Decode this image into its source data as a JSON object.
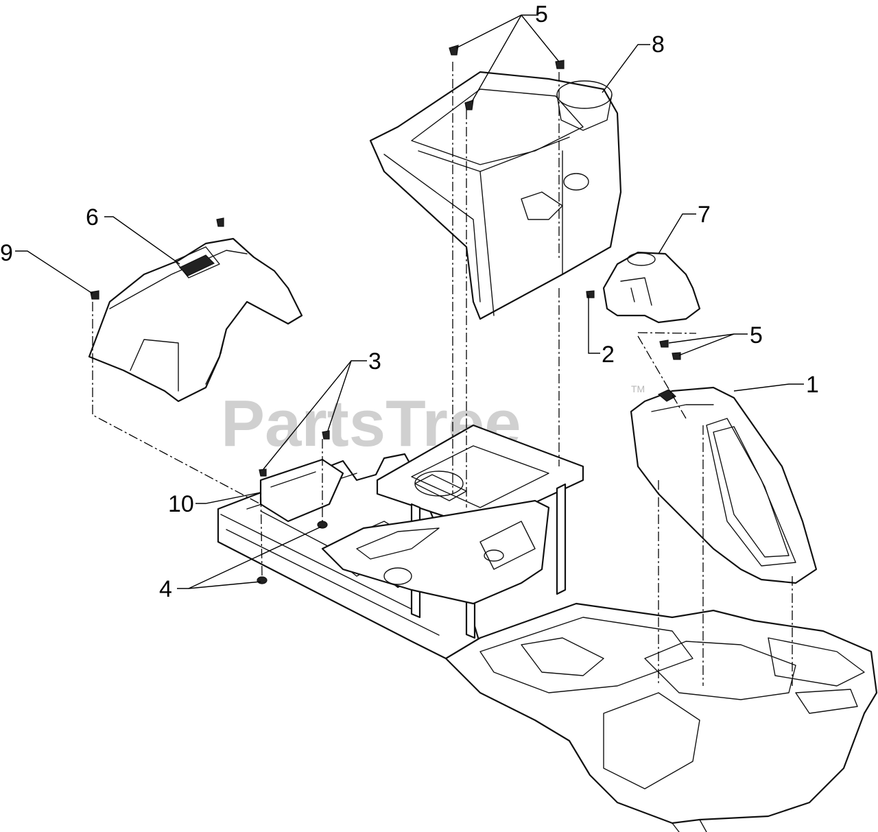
{
  "watermark": {
    "text": "PartsTree",
    "trademark": "TM",
    "color": "#c8c8c8"
  },
  "callouts": [
    {
      "id": "1",
      "label": "1"
    },
    {
      "id": "2",
      "label": "2"
    },
    {
      "id": "3",
      "label": "3"
    },
    {
      "id": "4",
      "label": "4"
    },
    {
      "id": "5a",
      "label": "5"
    },
    {
      "id": "5b",
      "label": "5"
    },
    {
      "id": "6",
      "label": "6"
    },
    {
      "id": "7",
      "label": "7"
    },
    {
      "id": "8",
      "label": "8"
    },
    {
      "id": "9",
      "label": "9"
    },
    {
      "id": "10",
      "label": "10"
    }
  ],
  "colors": {
    "line": "#111111",
    "background": "#ffffff"
  }
}
